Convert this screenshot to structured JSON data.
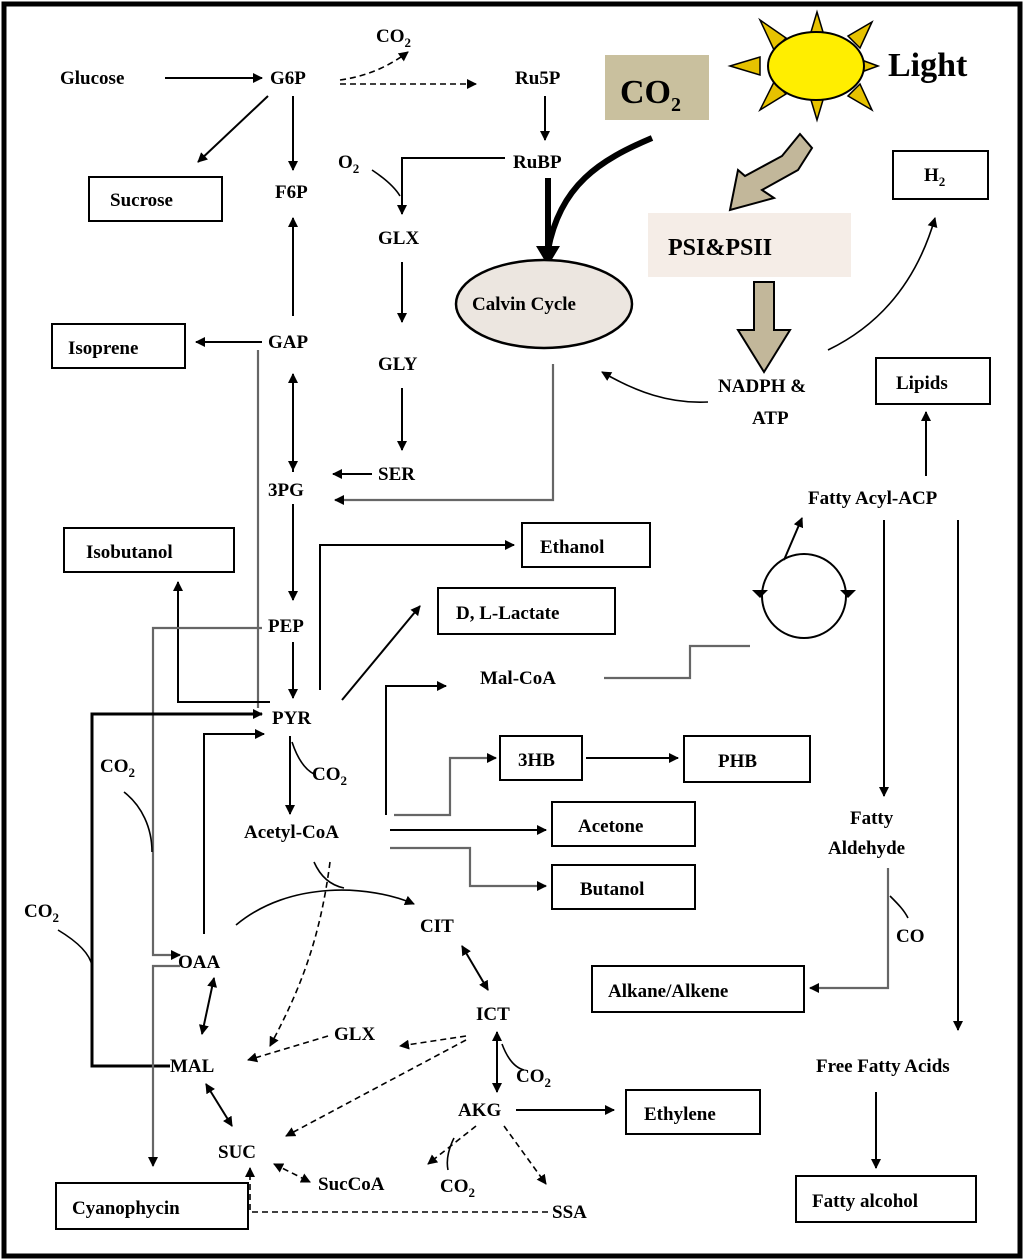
{
  "diagram": {
    "header": {
      "co2_box": "CO",
      "co2_sub": "2",
      "light": "Light",
      "psi_psii": "PSI&PSII",
      "h2": "H",
      "h2_sub": "2"
    },
    "boxes": {
      "sucrose": "Sucrose",
      "isoprene": "Isoprene",
      "isobutanol": "Isobutanol",
      "ethanol": "Ethanol",
      "lactate": "D, L-Lactate",
      "three_hb": "3HB",
      "phb": "PHB",
      "acetone": "Acetone",
      "butanol": "Butanol",
      "alkane": "Alkane/Alkene",
      "ethylene": "Ethylene",
      "cyanophycin": "Cyanophycin",
      "lipids": "Lipids",
      "fatty_alcohol": "Fatty alcohol"
    },
    "nodes": {
      "glucose": "Glucose",
      "g6p": "G6P",
      "ru5p": "Ru5P",
      "rubp": "RuBP",
      "f6p": "F6P",
      "o2": "O",
      "o2_sub": "2",
      "glx_top": "GLX",
      "gly": "GLY",
      "ser": "SER",
      "gap": "GAP",
      "pg3": "3PG",
      "pep": "PEP",
      "pyr": "PYR",
      "acetyl_coa": "Acetyl-CoA",
      "mal_coa": "Mal-CoA",
      "cit": "CIT",
      "ict": "ICT",
      "akg": "AKG",
      "glx_tca": "GLX",
      "oaa": "OAA",
      "mal": "MAL",
      "suc": "SUC",
      "succoa": "SucCoA",
      "ssa": "SSA",
      "calvin": "Calvin Cycle",
      "nadph": "NADPH &",
      "atp": "ATP",
      "fatty_acyl": "Fatty Acyl-ACP",
      "fatty_aldehyde_1": "Fatty",
      "fatty_aldehyde_2": "Aldehyde",
      "co": "CO",
      "ffa": "Free Fatty Acids"
    },
    "co2_labels": {
      "main": "CO",
      "sub": "2"
    }
  },
  "colors": {
    "co2_box": "#c9c09e",
    "psi_box": "#f5ede7",
    "sun": "#ffee00",
    "sun_ray": "#e6c200",
    "arrow_fill": "#c2b79a",
    "calvin_fill": "#ece6e0"
  }
}
